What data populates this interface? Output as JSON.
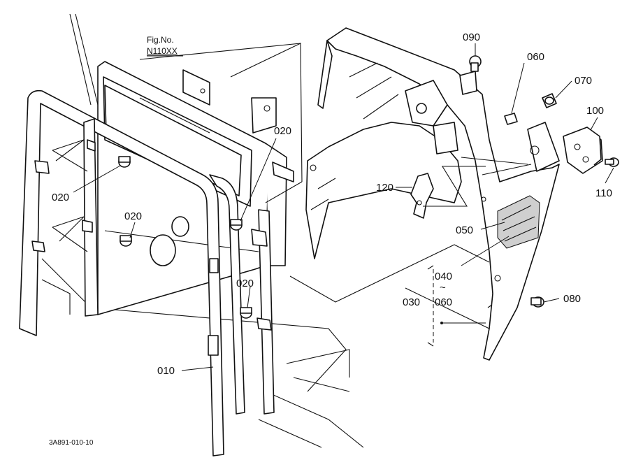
{
  "figure": {
    "fig_label": "Fig.No.",
    "fig_number": "N110XX",
    "drawing_code": "3A891-010-10"
  },
  "callouts": [
    {
      "id": "c090",
      "text": "090"
    },
    {
      "id": "c060a",
      "text": "060"
    },
    {
      "id": "c070",
      "text": "070"
    },
    {
      "id": "c100",
      "text": "100"
    },
    {
      "id": "c110",
      "text": "110"
    },
    {
      "id": "c120",
      "text": "120"
    },
    {
      "id": "c050",
      "text": "050"
    },
    {
      "id": "c040",
      "text": "040"
    },
    {
      "id": "ctilde",
      "text": "~"
    },
    {
      "id": "c030",
      "text": "030"
    },
    {
      "id": "c060b",
      "text": "060"
    },
    {
      "id": "c080",
      "text": "080"
    },
    {
      "id": "c020a",
      "text": "020"
    },
    {
      "id": "c020b",
      "text": "020"
    },
    {
      "id": "c020c",
      "text": "020"
    },
    {
      "id": "c020d",
      "text": "020"
    },
    {
      "id": "c010",
      "text": "010"
    }
  ]
}
